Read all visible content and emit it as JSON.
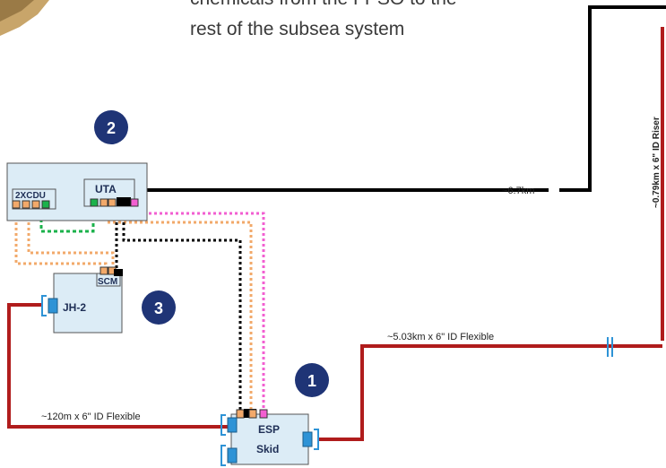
{
  "intro_text": {
    "line1": "chemicals from the FPSO to the",
    "line2": "rest of the subsea system"
  },
  "nodes": {
    "utt_block": {
      "label": "2XCDU"
    },
    "uta": {
      "label": "UTA"
    },
    "scm": {
      "label": "SCM"
    },
    "jh2": {
      "label": "JH-2"
    },
    "esp_skid": {
      "line1": "ESP",
      "line2": "Skid"
    }
  },
  "markers": {
    "m1": "1",
    "m2": "2",
    "m3": "3"
  },
  "line_labels": {
    "umbilical_length": "~6.7km",
    "riser": "~0.79km x 6\" ID Riser",
    "flowline_main": "~5.03km x 6\" ID Flexible",
    "flowline_jumper": "~120m x 6\" ID Flexible"
  },
  "colors": {
    "navy_marker": "#1f3476",
    "flowline_red": "#b01c1c",
    "umbilical_black": "#000000",
    "hydraulic_orange": "#f2a96a",
    "chemical_green": "#1bb24b",
    "electric_pink": "#f25fd1",
    "connector_blue": "#2e93d6",
    "box_fill": "#dcecf6"
  }
}
